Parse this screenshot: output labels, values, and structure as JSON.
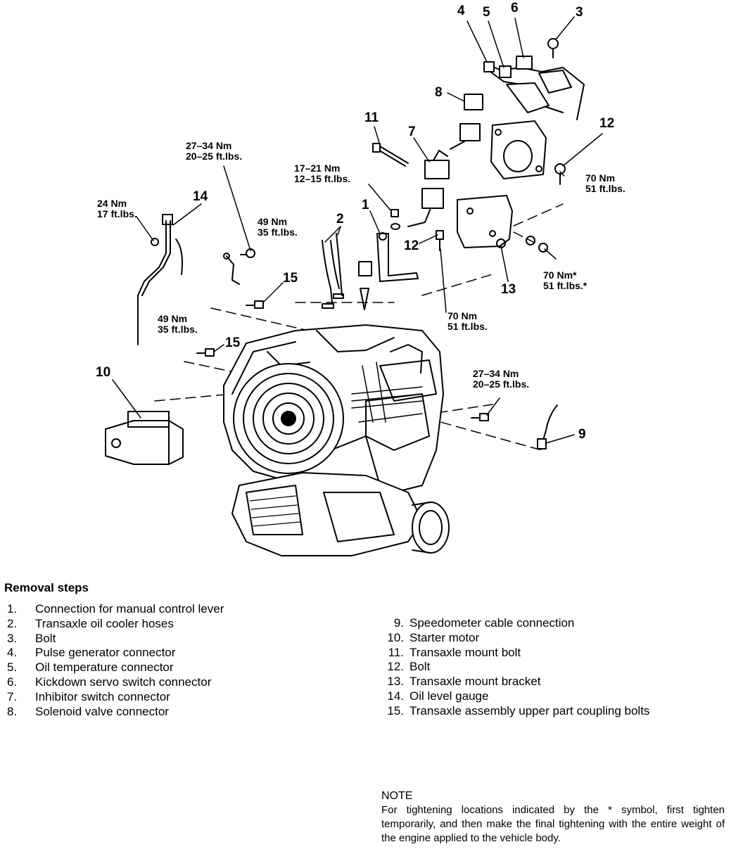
{
  "callouts": {
    "c1": "1",
    "c2": "2",
    "c3": "3",
    "c4": "4",
    "c5": "5",
    "c6": "6",
    "c7": "7",
    "c8": "8",
    "c9": "9",
    "c10": "10",
    "c11": "11",
    "c12a": "12",
    "c12b": "12",
    "c13": "13",
    "c14": "14",
    "c15a": "15",
    "c15b": "15"
  },
  "torques": {
    "t1": [
      "27–34 Nm",
      "20–25 ft.lbs."
    ],
    "t2": [
      "17–21 Nm",
      "12–15 ft.lbs."
    ],
    "t3": [
      "24 Nm",
      "17 ft.lbs."
    ],
    "t4": [
      "49 Nm",
      "35 ft.lbs."
    ],
    "t5": [
      "49 Nm",
      "35 ft.lbs."
    ],
    "t6": [
      "70 Nm",
      "51 ft.lbs."
    ],
    "t7": [
      "70 Nm*",
      "51 ft.lbs.*"
    ],
    "t8": [
      "70 Nm",
      "51 ft.lbs."
    ],
    "t9": [
      "27–34 Nm",
      "20–25 ft.lbs."
    ]
  },
  "removal_steps": {
    "title": "Removal steps",
    "left": [
      {
        "n": "1.",
        "text": "Connection for manual control lever"
      },
      {
        "n": "2.",
        "text": "Transaxle oil cooler hoses"
      },
      {
        "n": "3.",
        "text": "Bolt"
      },
      {
        "n": "4.",
        "text": "Pulse generator connector"
      },
      {
        "n": "5.",
        "text": "Oil temperature connector"
      },
      {
        "n": "6.",
        "text": "Kickdown servo switch connector"
      },
      {
        "n": "7.",
        "text": "Inhibitor switch connector"
      },
      {
        "n": "8.",
        "text": "Solenoid valve connector"
      }
    ],
    "right": [
      {
        "n": "9.",
        "text": "Speedometer cable connection"
      },
      {
        "n": "10.",
        "text": "Starter motor"
      },
      {
        "n": "11.",
        "text": "Transaxle mount bolt"
      },
      {
        "n": "12.",
        "text": "Bolt"
      },
      {
        "n": "13.",
        "text": "Transaxle mount bracket"
      },
      {
        "n": "14.",
        "text": "Oil level gauge"
      },
      {
        "n": "15.",
        "text": "Transaxle assembly upper part coupling bolts"
      }
    ]
  },
  "note": {
    "title": "NOTE",
    "text": "For tightening locations indicated by the * symbol, first tighten temporarily, and then make the final tightening with the entire weight of the engine applied to the vehicle body."
  }
}
